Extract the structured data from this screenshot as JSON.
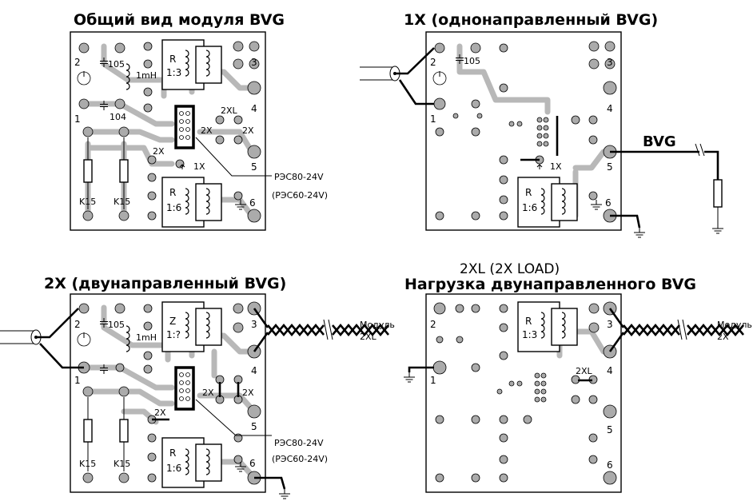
{
  "colors": {
    "trace": "#b8b8b8",
    "pad": "#ababab",
    "ink": "#000000"
  },
  "panels": {
    "general": {
      "title": "Общий вид модуля BVG",
      "pins": [
        "2",
        "1",
        "3",
        "4",
        "5",
        "6"
      ],
      "cap1": "105",
      "cap2": "104",
      "inductor": "1mH",
      "res1": "K15",
      "res2": "K15",
      "xfmr_top": {
        "line1": "R",
        "line2": "1:3"
      },
      "xfmr_bot": {
        "line1": "R",
        "line2": "1:6"
      },
      "jumper_2xl": "2XL",
      "jumper_2x_a": "2X",
      "jumper_2x_b": "2X",
      "jumper_2x_c": "2X",
      "jumper_1x": "1X",
      "relay_1": "РЭС80-24V",
      "relay_2": "(РЭС60-24V)"
    },
    "one_x": {
      "title": "1X (однонаправленный BVG)",
      "pins": [
        "2",
        "1",
        "3",
        "4",
        "5",
        "6"
      ],
      "cap": "105",
      "xfmr": {
        "line1": "R",
        "line2": "1:6"
      },
      "jumper_1x": "1X",
      "bvg_label": "BVG"
    },
    "two_x": {
      "title": "2X (двунаправленный BVG)",
      "pins": [
        "2",
        "1",
        "3",
        "4",
        "5",
        "6"
      ],
      "cap1": "105",
      "inductor": "1mH",
      "res1": "K15",
      "res2": "K15",
      "xfmr_top": {
        "line1": "Z",
        "line2": "1:?"
      },
      "xfmr_bot": {
        "line1": "R",
        "line2": "1:6"
      },
      "jumper_2x_a": "2X",
      "jumper_2x_b": "2X",
      "jumper_2x_c": "2X",
      "relay_1": "РЭС80-24V",
      "relay_2": "(РЭС60-24V)",
      "module_label_1": "Модуль",
      "module_label_2": "2XL"
    },
    "two_xl": {
      "title_1": "2XL (2X LOAD)",
      "title_2": "Нагрузка двунаправленного BVG",
      "pins": [
        "2",
        "1",
        "3",
        "4",
        "5",
        "6"
      ],
      "xfmr": {
        "line1": "R",
        "line2": "1:3"
      },
      "jumper_2xl": "2XL",
      "module_label_1": "Модуль",
      "module_label_2": "2X"
    }
  }
}
